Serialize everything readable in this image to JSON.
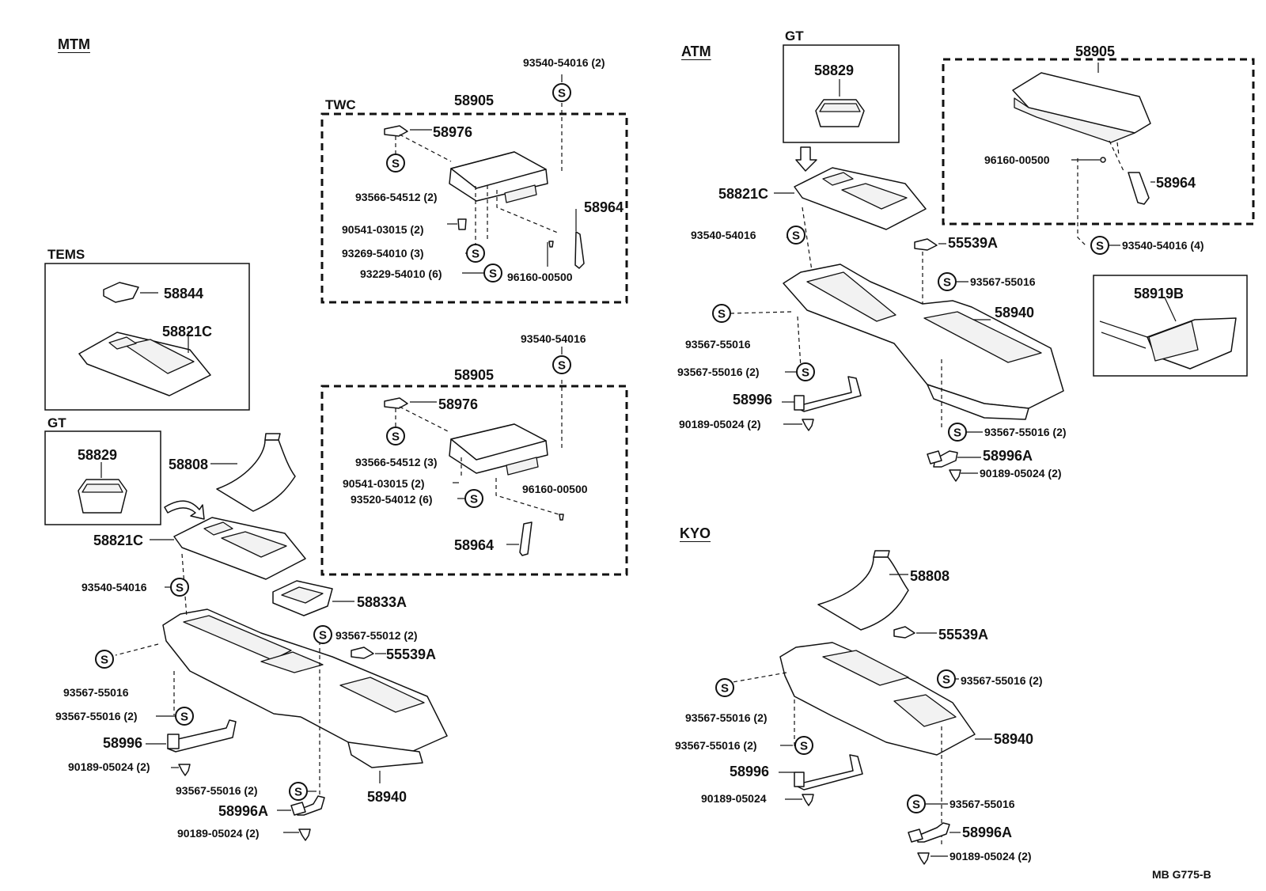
{
  "sections": {
    "mtm": "MTM",
    "atm": "ATM",
    "kyo": "KYO"
  },
  "subsections": {
    "twc": "TWC",
    "tems": "TEMS",
    "gt": "GT"
  },
  "diagram_code": "MB  G775-B",
  "symbol": "S",
  "parts": {
    "mtm": {
      "twc_58905": "58905",
      "twc_93540": "93540-54016 (2)",
      "twc_58976": "58976",
      "twc_93566": "93566-54512 (2)",
      "twc_90541": "90541-03015 (2)",
      "twc_93269": "93269-54010 (3)",
      "twc_93229": "93229-54010 (6)",
      "twc_58964": "58964",
      "twc_96160": "96160-00500",
      "tems_58844": "58844",
      "tems_58821c": "58821C",
      "gt_58829": "58829",
      "b_58905": "58905",
      "b_93540": "93540-54016",
      "b_58976": "58976",
      "b_93566": "93566-54512 (3)",
      "b_90541": "90541-03015 (2)",
      "b_93520": "93520-54012 (6)",
      "b_96160": "96160-00500",
      "b_58964": "58964",
      "m_58808": "58808",
      "m_58821c": "58821C",
      "m_93540": "93540-54016",
      "m_58833a": "58833A",
      "m_93567_55012": "93567-55012 (2)",
      "m_55539a": "55539A",
      "m_93567_l": "93567-55016",
      "m_93567_l2": "93567-55016 (2)",
      "m_58996": "58996",
      "m_90189_l": "90189-05024 (2)",
      "m_93567_b": "93567-55016 (2)",
      "m_58996a": "58996A",
      "m_90189_b": "90189-05024 (2)",
      "m_58940": "58940"
    },
    "atm": {
      "gt_58829": "58829",
      "a_58821c": "58821C",
      "a_93540": "93540-54016",
      "a_55539a": "55539A",
      "a_93567_r": "93567-55016",
      "a_58940": "58940",
      "a_93567_l": "93567-55016",
      "a_93567_l2": "93567-55016 (2)",
      "a_58996": "58996",
      "a_90189_l": "90189-05024 (2)",
      "a_93567_b": "93567-55016 (2)",
      "a_58996a": "58996A",
      "a_90189_b": "90189-05024 (2)",
      "box_58905": "58905",
      "box_96160": "96160-00500",
      "box_58964": "58964",
      "a_93540_4": "93540-54016 (4)",
      "a_58919b": "58919B"
    },
    "kyo": {
      "k_58808": "58808",
      "k_55539a": "55539A",
      "k_93567_r": "93567-55016 (2)",
      "k_93567_l": "93567-55016 (2)",
      "k_58940": "58940",
      "k_93567_l2": "93567-55016 (2)",
      "k_58996": "58996",
      "k_90189_l": "90189-05024",
      "k_93567_b": "93567-55016",
      "k_58996a": "58996A",
      "k_90189_b": "90189-05024 (2)"
    }
  }
}
